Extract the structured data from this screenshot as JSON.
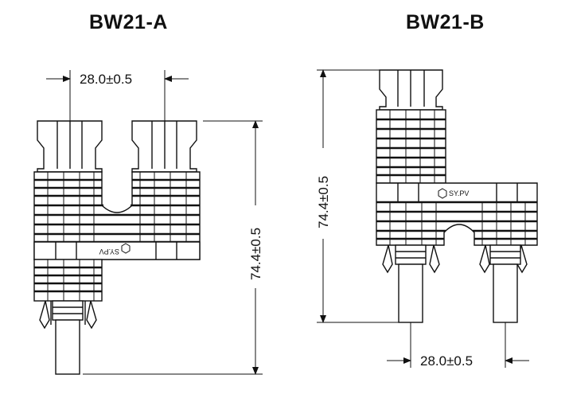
{
  "drawings": {
    "a": {
      "title": "BW21-A",
      "width_dim": "28.0±0.5",
      "height_dim": "74.4±0.5",
      "brand": "SY.PV"
    },
    "b": {
      "title": "BW21-B",
      "width_dim": "28.0±0.5",
      "height_dim": "74.4±0.5",
      "brand": "SY.PV"
    }
  },
  "colors": {
    "ink": "#111111",
    "background": "#ffffff"
  }
}
